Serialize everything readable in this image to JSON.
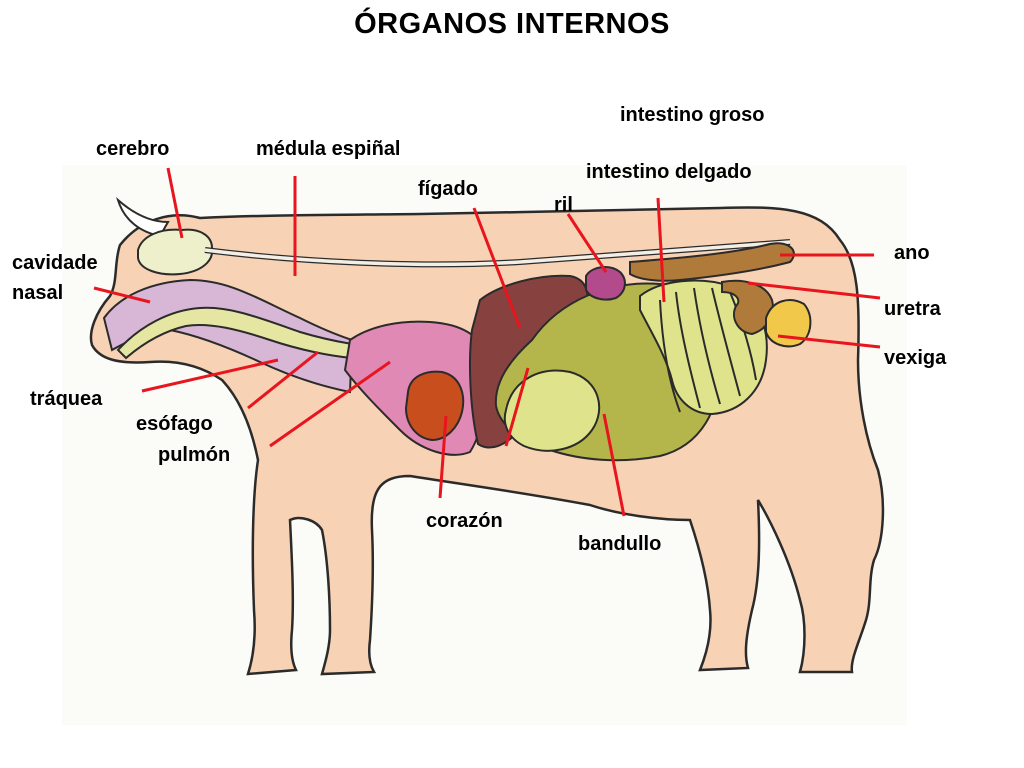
{
  "title": "ÓRGANOS INTERNOS",
  "labels": {
    "cerebro": "cerebro",
    "medula": "médula espiñal",
    "intestino_groso": "intestino groso",
    "intestino_delgado": "intestino delgado",
    "figado": "fígado",
    "ril": "ril",
    "cavidade": "cavidade",
    "nasal": "nasal",
    "ano": "ano",
    "uretra": "uretra",
    "vexiga": "vexiga",
    "traquea": "tráquea",
    "esofago": "esófago",
    "pulmon": "pulmón",
    "corazon": "corazón",
    "bandullo": "bandullo"
  },
  "colors": {
    "body": "#f7d2b4",
    "outline": "#2b2b2b",
    "leader": "#e8141e",
    "brain": "#eef0cc",
    "nasal": "#d7b6d6",
    "esophagus": "#e6e6a3",
    "lung": "#e089b4",
    "heart": "#c84e1e",
    "liver": "#87423f",
    "kidney": "#b24a8c",
    "stomach": "#b4b64c",
    "small_intestine": "#dfe48c",
    "large_intestine": "#b07a3a",
    "bladder": "#f2c84a"
  }
}
